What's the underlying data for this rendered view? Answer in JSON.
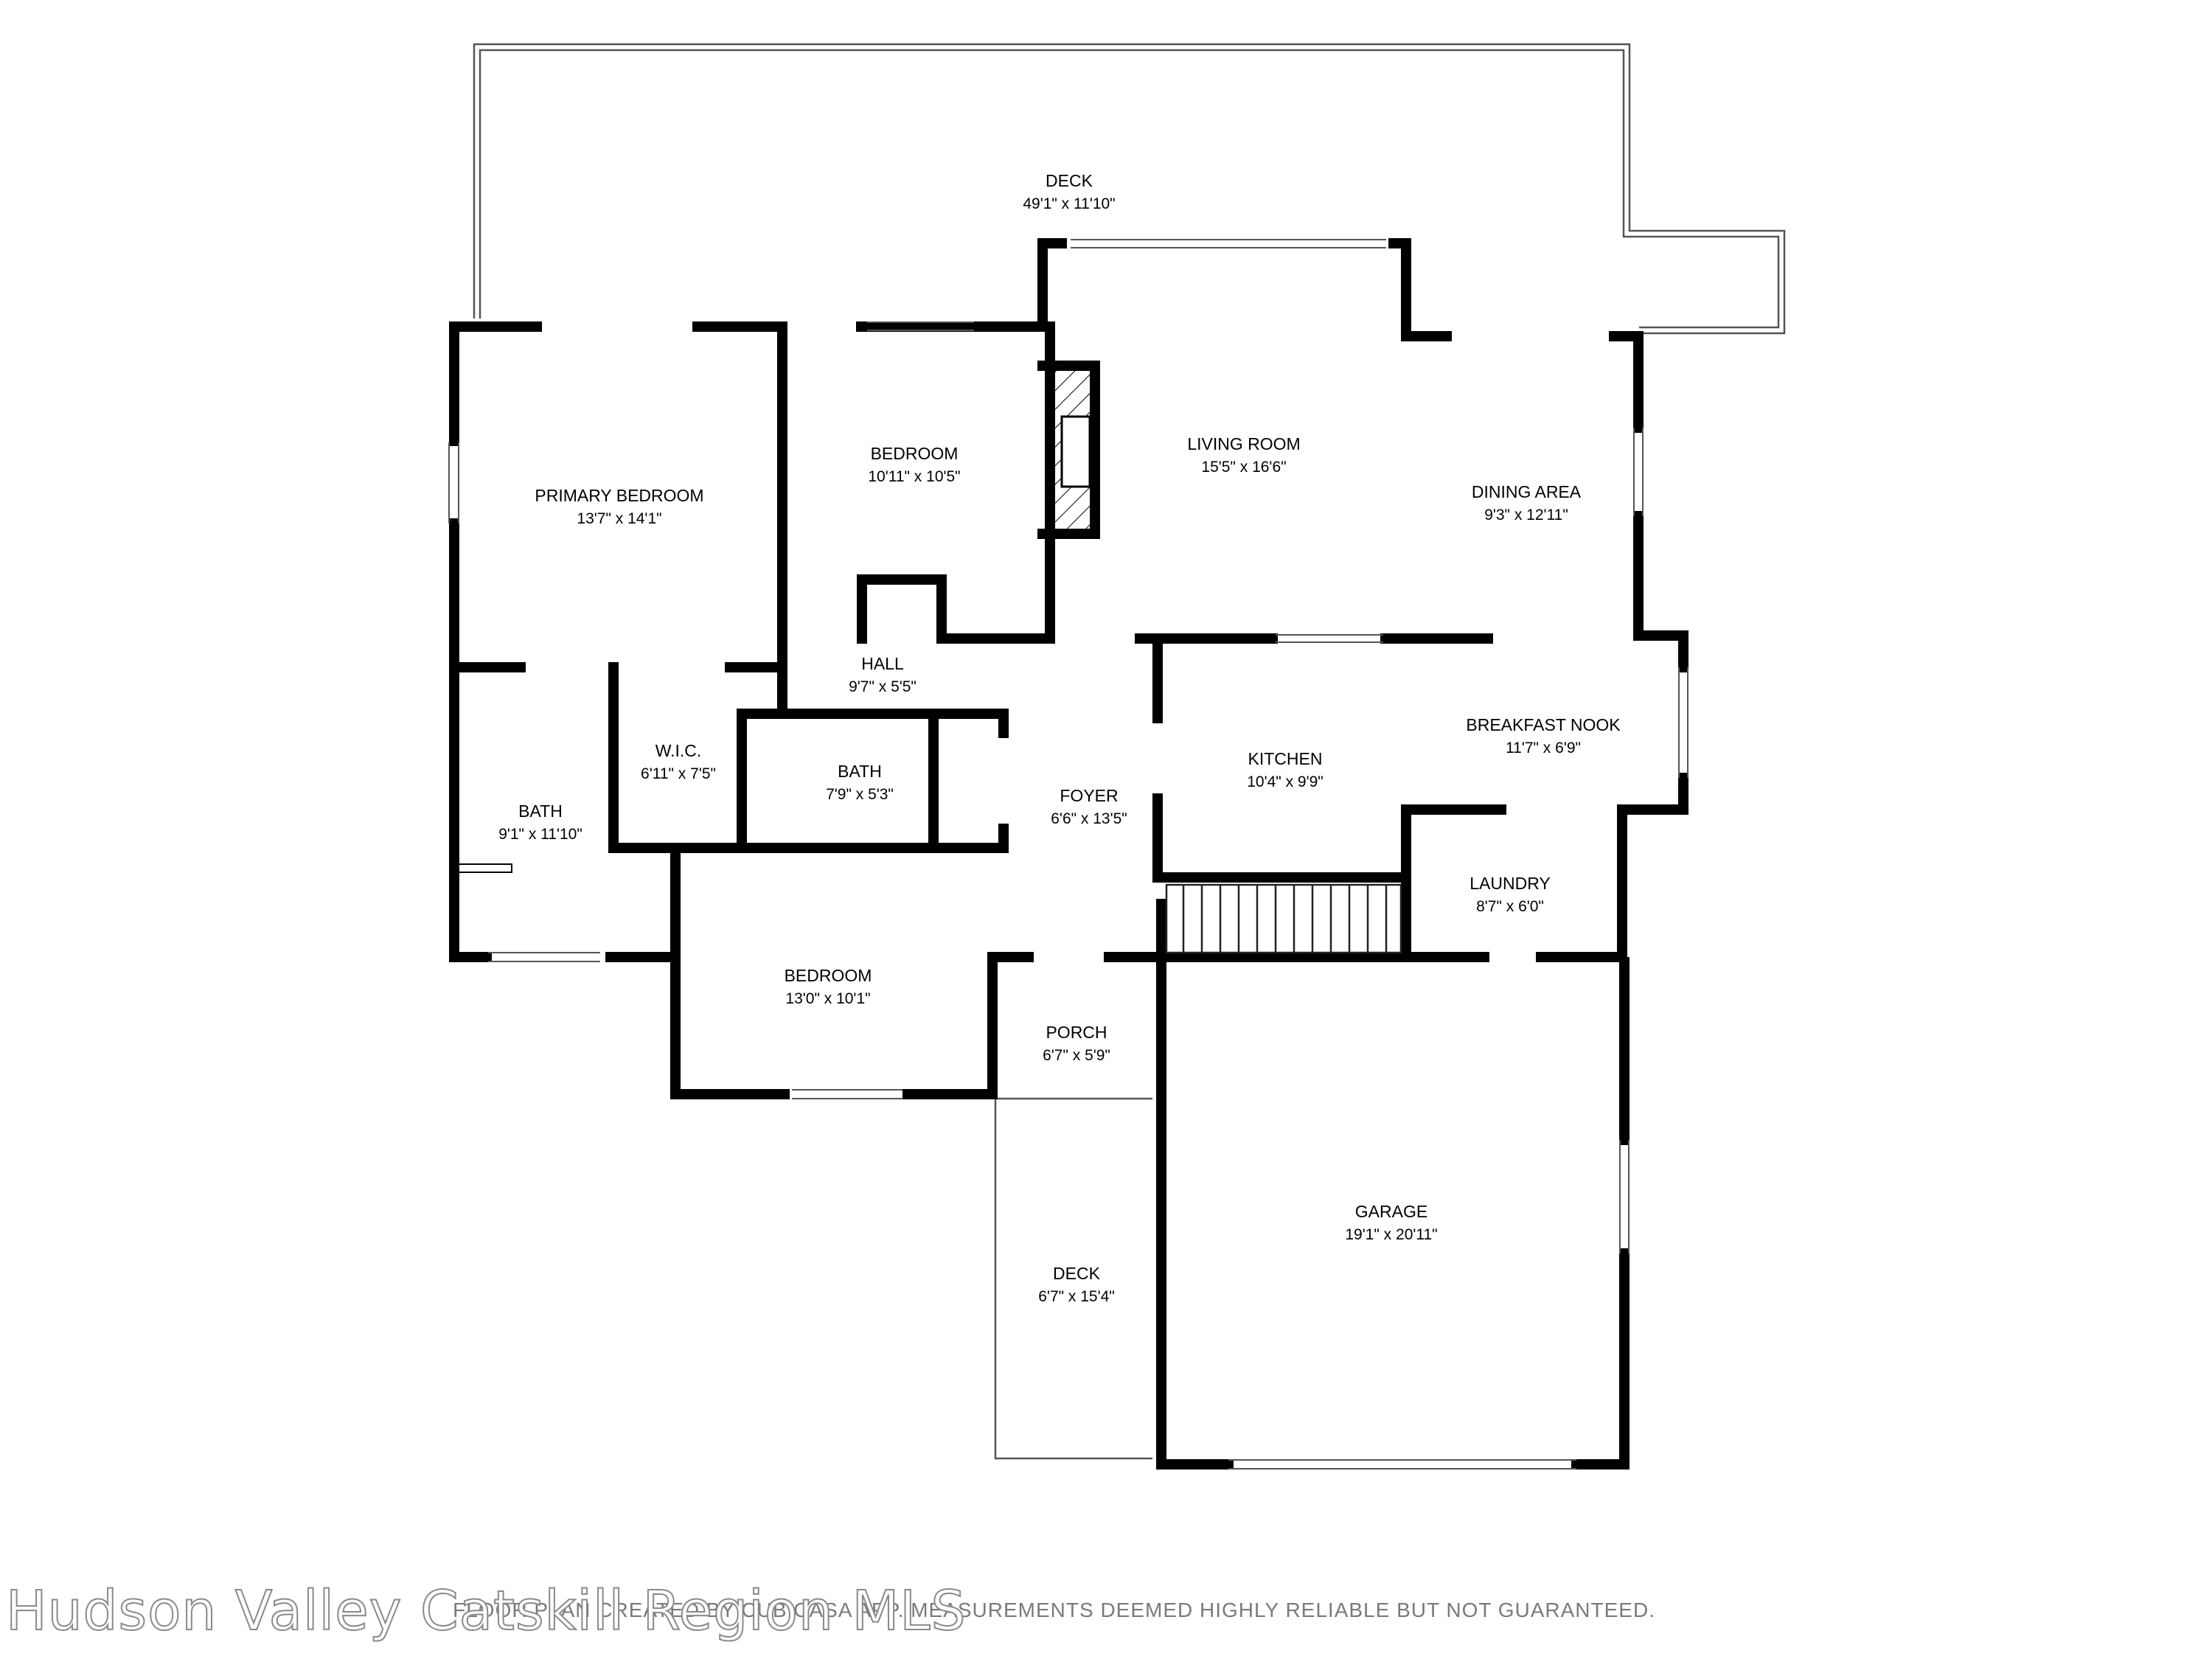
{
  "rooms": [
    {
      "name": "DECK",
      "dims": "49'1\" x 11'10\""
    },
    {
      "name": "LIVING ROOM",
      "dims": "15'5\" x 16'6\""
    },
    {
      "name": "DINING AREA",
      "dims": "9'3\" x 12'11\""
    },
    {
      "name": "PRIMARY BEDROOM",
      "dims": "13'7\" x 14'1\""
    },
    {
      "name": "BEDROOM",
      "dims": "10'11\" x 10'5\""
    },
    {
      "name": "HALL",
      "dims": "9'7\" x 5'5\""
    },
    {
      "name": "W.I.C.",
      "dims": "6'11\" x 7'5\""
    },
    {
      "name": "BATH",
      "dims": "7'9\" x 5'3\""
    },
    {
      "name": "BATH",
      "dims": "9'1\" x 11'10\""
    },
    {
      "name": "FOYER",
      "dims": "6'6\" x 13'5\""
    },
    {
      "name": "KITCHEN",
      "dims": "10'4\" x 9'9\""
    },
    {
      "name": "BREAKFAST NOOK",
      "dims": "11'7\" x 6'9\""
    },
    {
      "name": "LAUNDRY",
      "dims": "8'7\" x 6'0\""
    },
    {
      "name": "BEDROOM",
      "dims": "13'0\" x 10'1\""
    },
    {
      "name": "PORCH",
      "dims": "6'7\" x 5'9\""
    },
    {
      "name": "GARAGE",
      "dims": "19'1\" x 20'11\""
    },
    {
      "name": "DECK",
      "dims": "6'7\" x 15'4\""
    }
  ],
  "footer": {
    "watermark": "Hudson Valley Catskill Region MLS",
    "disclaimer": "FLOOR PLAN CREATED BY CUBICASA APP. MEASUREMENTS DEEMED HIGHLY RELIABLE BUT NOT GUARANTEED."
  },
  "colors": {
    "wall": "#000000",
    "thin_line": "#666666",
    "background": "#ffffff"
  }
}
